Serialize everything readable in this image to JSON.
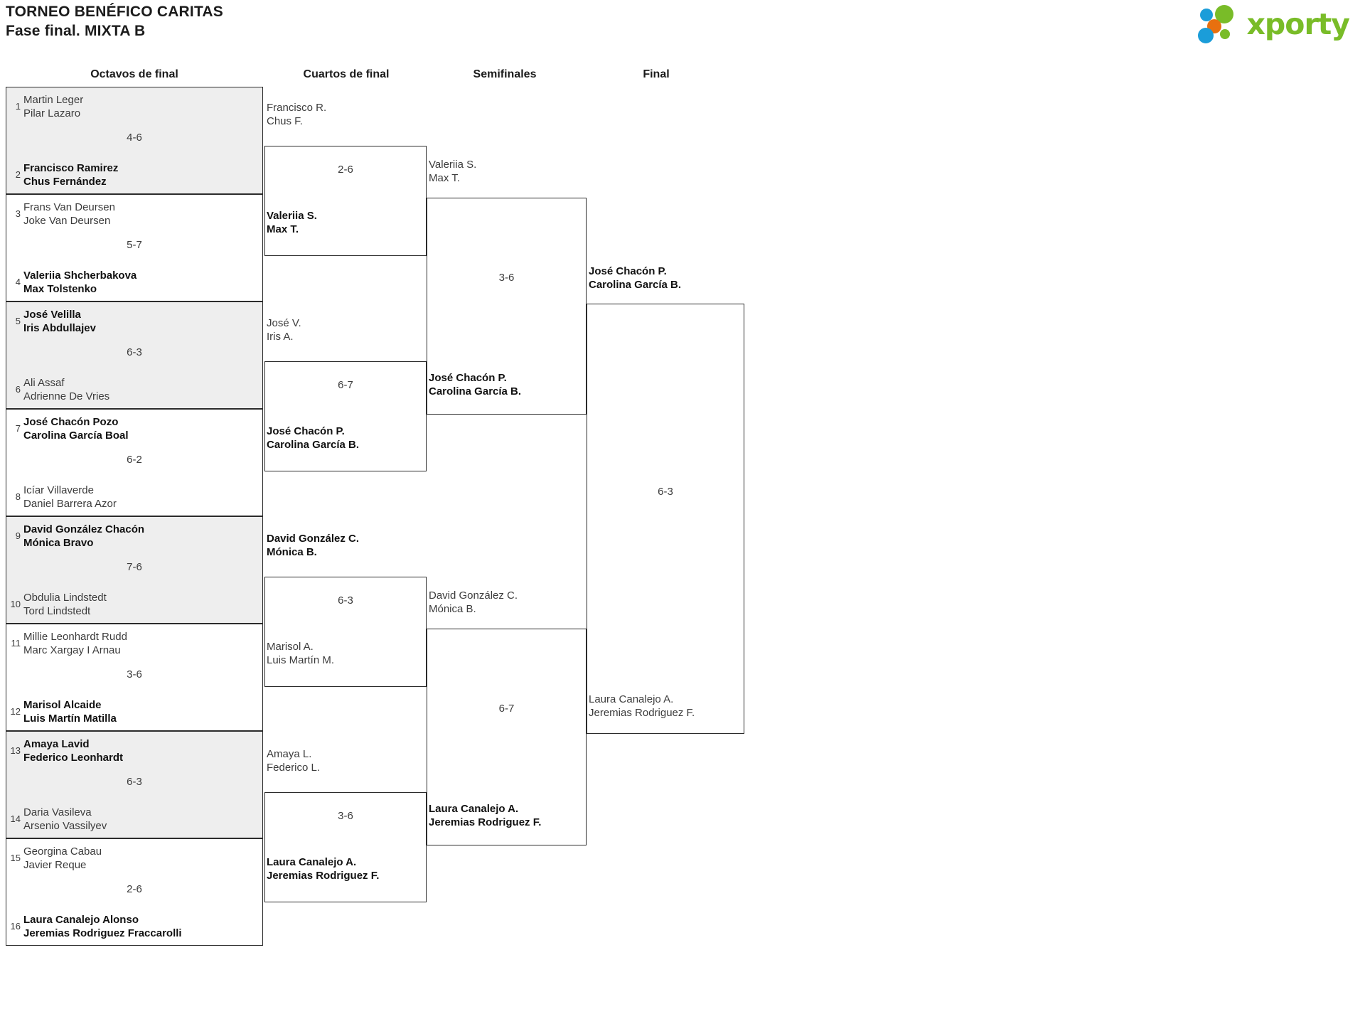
{
  "header": {
    "title_line1": "TORNEO BENÉFICO CARITAS",
    "title_line2": "Fase final. MIXTA B",
    "logo_text": "xporty",
    "logo_colors": {
      "green": "#79bc28",
      "blue": "#1b9dd9",
      "orange": "#e8700f"
    }
  },
  "rounds": [
    {
      "key": "octavos",
      "label": "Octavos de final"
    },
    {
      "key": "cuartos",
      "label": "Cuartos de final"
    },
    {
      "key": "semis",
      "label": "Semifinales"
    },
    {
      "key": "final",
      "label": "Final"
    }
  ],
  "octavos": [
    {
      "score": "4-6",
      "top": {
        "seed": "1",
        "p1": "Martin Leger",
        "p2": "Pilar Lazaro",
        "winner": false
      },
      "bottom": {
        "seed": "2",
        "p1": "Francisco Ramirez",
        "p2": "Chus Fernández",
        "winner": true
      }
    },
    {
      "score": "5-7",
      "top": {
        "seed": "3",
        "p1": "Frans Van Deursen",
        "p2": "Joke Van Deursen",
        "winner": false
      },
      "bottom": {
        "seed": "4",
        "p1": "Valeriia Shcherbakova",
        "p2": "Max Tolstenko",
        "winner": true
      }
    },
    {
      "score": "6-3",
      "top": {
        "seed": "5",
        "p1": "José Velilla",
        "p2": "Iris Abdullajev",
        "winner": true
      },
      "bottom": {
        "seed": "6",
        "p1": "Ali Assaf",
        "p2": "Adrienne De Vries",
        "winner": false
      }
    },
    {
      "score": "6-2",
      "top": {
        "seed": "7",
        "p1": "José Chacón Pozo",
        "p2": "Carolina García Boal",
        "winner": true
      },
      "bottom": {
        "seed": "8",
        "p1": "Icíar Villaverde",
        "p2": "Daniel Barrera Azor",
        "winner": false
      }
    },
    {
      "score": "7-6",
      "top": {
        "seed": "9",
        "p1": "David González Chacón",
        "p2": "Mónica Bravo",
        "winner": true
      },
      "bottom": {
        "seed": "10",
        "p1": "Obdulia Lindstedt",
        "p2": "Tord Lindstedt",
        "winner": false
      }
    },
    {
      "score": "3-6",
      "top": {
        "seed": "11",
        "p1": "Millie Leonhardt Rudd",
        "p2": "Marc Xargay I Arnau",
        "winner": false
      },
      "bottom": {
        "seed": "12",
        "p1": "Marisol Alcaide",
        "p2": "Luis Martín Matilla",
        "winner": true
      }
    },
    {
      "score": "6-3",
      "top": {
        "seed": "13",
        "p1": "Amaya Lavid",
        "p2": "Federico Leonhardt",
        "winner": true
      },
      "bottom": {
        "seed": "14",
        "p1": "Daria Vasileva",
        "p2": "Arsenio Vassilyev",
        "winner": false
      }
    },
    {
      "score": "2-6",
      "top": {
        "seed": "15",
        "p1": "Georgina Cabau",
        "p2": "Javier Reque",
        "winner": false
      },
      "bottom": {
        "seed": "16",
        "p1": "Laura Canalejo Alonso",
        "p2": "Jeremias Rodriguez Fraccarolli",
        "winner": true
      }
    }
  ],
  "cuartos": [
    {
      "score": "2-6",
      "top": {
        "p1": "Francisco R.",
        "p2": "Chus F.",
        "winner": false
      },
      "bottom": {
        "p1": "Valeriia S.",
        "p2": "Max T.",
        "winner": true
      }
    },
    {
      "score": "6-7",
      "top": {
        "p1": "José V.",
        "p2": "Iris A.",
        "winner": false
      },
      "bottom": {
        "p1": "José Chacón P.",
        "p2": "Carolina García B.",
        "winner": true
      }
    },
    {
      "score": "6-3",
      "top": {
        "p1": "David González C.",
        "p2": "Mónica B.",
        "winner": true
      },
      "bottom": {
        "p1": "Marisol A.",
        "p2": "Luis Martín M.",
        "winner": false
      }
    },
    {
      "score": "3-6",
      "top": {
        "p1": "Amaya L.",
        "p2": "Federico L.",
        "winner": false
      },
      "bottom": {
        "p1": "Laura Canalejo A.",
        "p2": "Jeremias Rodriguez F.",
        "winner": true
      }
    }
  ],
  "semis": [
    {
      "score": "3-6",
      "top": {
        "p1": "Valeriia S.",
        "p2": "Max T.",
        "winner": false
      },
      "bottom": {
        "p1": "José Chacón P.",
        "p2": "Carolina García B.",
        "winner": true
      }
    },
    {
      "score": "6-7",
      "top": {
        "p1": "David González C.",
        "p2": "Mónica B.",
        "winner": false
      },
      "bottom": {
        "p1": "Laura Canalejo A.",
        "p2": "Jeremias Rodriguez F.",
        "winner": true
      }
    }
  ],
  "final": {
    "score": "6-3",
    "top": {
      "p1": "José Chacón P.",
      "p2": "Carolina García B.",
      "winner": true
    },
    "bottom": {
      "p1": "Laura Canalejo A.",
      "p2": "Jeremias Rodriguez F.",
      "winner": false
    }
  }
}
